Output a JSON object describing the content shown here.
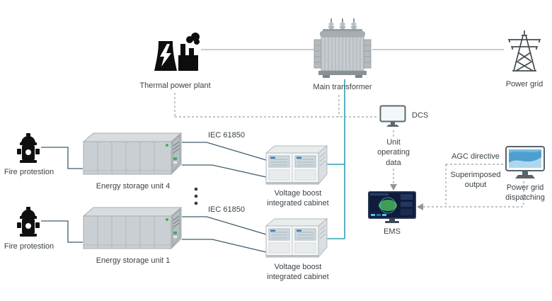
{
  "nodes": {
    "thermal_plant": {
      "label": "Thermal power plant"
    },
    "main_transformer": {
      "label": "Main transformer"
    },
    "power_grid": {
      "label": "Power grid"
    },
    "dcs": {
      "label": "DCS"
    },
    "fire_protection_top": {
      "label": "Fire protestion"
    },
    "fire_protection_bottom": {
      "label": "Fire protestion"
    },
    "energy_storage_unit_4": {
      "label": "Energy storage unit 4"
    },
    "energy_storage_unit_1": {
      "label": "Energy storage unit 1"
    },
    "voltage_cabinet_top": {
      "label": "Voltage boost integrated cabinet"
    },
    "voltage_cabinet_bottom": {
      "label": "Voltage boost integrated cabinet"
    },
    "ems": {
      "label": "EMS"
    },
    "power_grid_dispatching": {
      "label": "Power grid dispatching"
    }
  },
  "link_labels": {
    "iec_top": "IEC 61850",
    "iec_bottom": "IEC 61850",
    "unit_operating_data": "Unit operating data",
    "agc_directive": "AGC directive",
    "superimposed_output": "Superimposed output"
  },
  "colors": {
    "teal_line": "#2d9fb5",
    "slate_line": "#3f5d6b",
    "gray_line": "#b4bbc0",
    "dashed_line": "#98a1a6",
    "icon_black": "#0d0d0d",
    "label_text": "#3a4247",
    "ems_screen": "#101d3a",
    "dispatch_screen": "#4e9fd0"
  }
}
